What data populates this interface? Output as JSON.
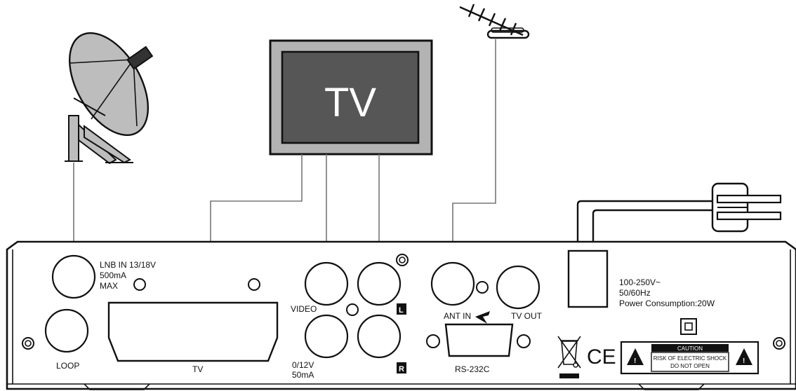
{
  "tv": {
    "label": "TV"
  },
  "panel": {
    "lnb_in": [
      "LNB IN 13/18V",
      "500mA",
      "MAX"
    ],
    "loop": "LOOP",
    "scart_tv": "TV",
    "video": "VIDEO",
    "audio_left": "L",
    "audio_right": "R",
    "dc_out": [
      "0/12V",
      "50mA"
    ],
    "ant_in": "ANT IN",
    "tv_out": "TV OUT",
    "rs232": "RS-232C",
    "power": [
      "100-250V~",
      "50/60Hz",
      "Power Consumption:20W"
    ],
    "caution": [
      "CAUTION",
      "RISK OF ELECTRIC SHOCK",
      "DO NOT OPEN"
    ],
    "ce_mark": "CE"
  }
}
